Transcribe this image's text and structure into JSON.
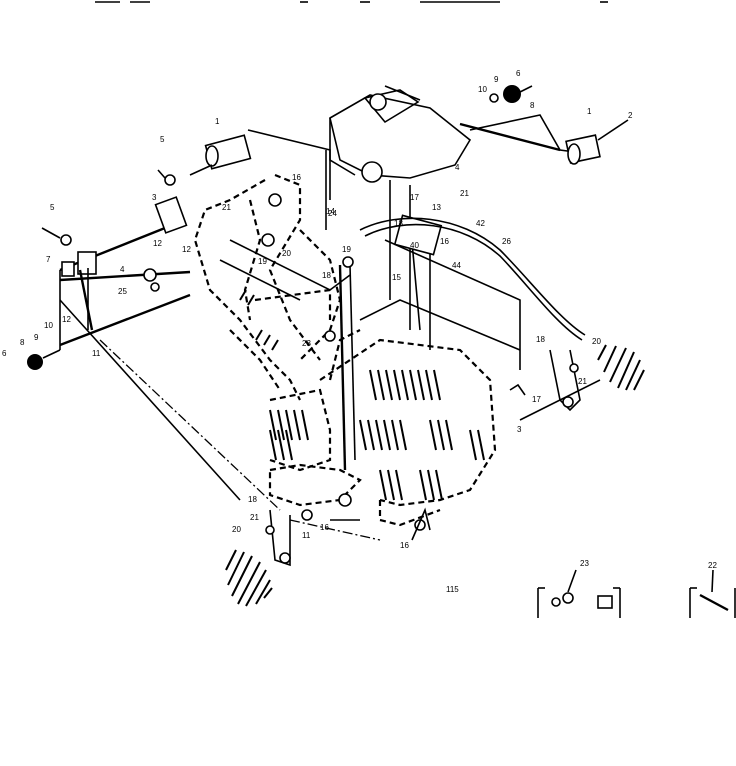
{
  "callouts": [
    {
      "id": "c1",
      "text": "1"
    },
    {
      "id": "c2",
      "text": "2"
    },
    {
      "id": "c3",
      "text": "3"
    },
    {
      "id": "c4",
      "text": "4"
    },
    {
      "id": "c5",
      "text": "5"
    },
    {
      "id": "c6",
      "text": "6"
    },
    {
      "id": "c7",
      "text": "7"
    },
    {
      "id": "c8",
      "text": "8"
    },
    {
      "id": "c9",
      "text": "9"
    },
    {
      "id": "c10",
      "text": "10"
    },
    {
      "id": "c11",
      "text": "11"
    },
    {
      "id": "c12",
      "text": "12"
    },
    {
      "id": "c13",
      "text": "13"
    },
    {
      "id": "c14",
      "text": "14"
    },
    {
      "id": "c15",
      "text": "15"
    },
    {
      "id": "c16",
      "text": "16"
    },
    {
      "id": "c17",
      "text": "17"
    },
    {
      "id": "c18",
      "text": "18"
    },
    {
      "id": "c19",
      "text": "19"
    },
    {
      "id": "c20",
      "text": "20"
    },
    {
      "id": "c21",
      "text": "21"
    },
    {
      "id": "c22",
      "text": "22"
    },
    {
      "id": "c23",
      "text": "23"
    },
    {
      "id": "c24",
      "text": "24"
    },
    {
      "id": "c25",
      "text": "25"
    },
    {
      "id": "c26",
      "text": "26"
    },
    {
      "id": "c40",
      "text": "40"
    },
    {
      "id": "c42",
      "text": "42"
    },
    {
      "id": "c44",
      "text": "44"
    }
  ],
  "figure_code": "115"
}
